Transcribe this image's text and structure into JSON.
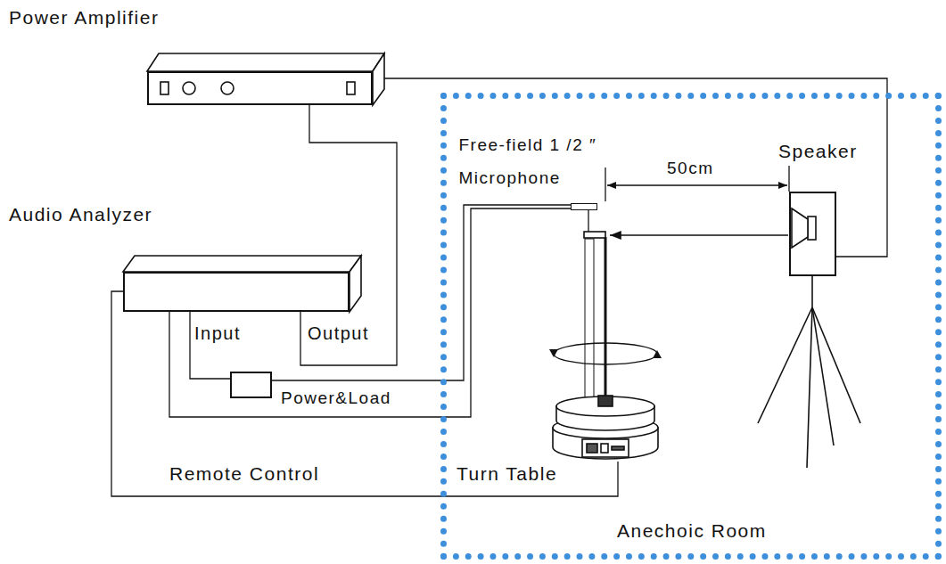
{
  "diagram": {
    "nodes": [
      {
        "text": [
          "Power Amplifier"
        ]
      },
      {
        "text": [
          "Audio Analyzer"
        ]
      },
      {
        "text": [
          "Power&Load"
        ]
      },
      {
        "text": [
          "Anechoic Room"
        ]
      },
      {
        "text": [
          "Free-field 1 /2 ″ Microphone"
        ],
        "in": 3
      },
      {
        "text": [
          "Speaker"
        ],
        "in": 3
      },
      {
        "text": [
          "Turn Table"
        ],
        "in": 3
      }
    ],
    "edges": [
      {
        "from": 1,
        "to": 0,
        "arrow": "none"
      },
      {
        "from": 0,
        "to": 5,
        "arrow": "none"
      },
      {
        "from": 1,
        "to": 2,
        "arrow": "none"
      },
      {
        "from": 2,
        "to": 4,
        "arrow": "none"
      },
      {
        "from": 1,
        "to": 4,
        "arrow": "none"
      },
      {
        "from": 1,
        "to": 6,
        "label": "Remote Control",
        "arrow": "none"
      }
    ],
    "labels": [
      "Input",
      "Output",
      "50cm"
    ]
  }
}
